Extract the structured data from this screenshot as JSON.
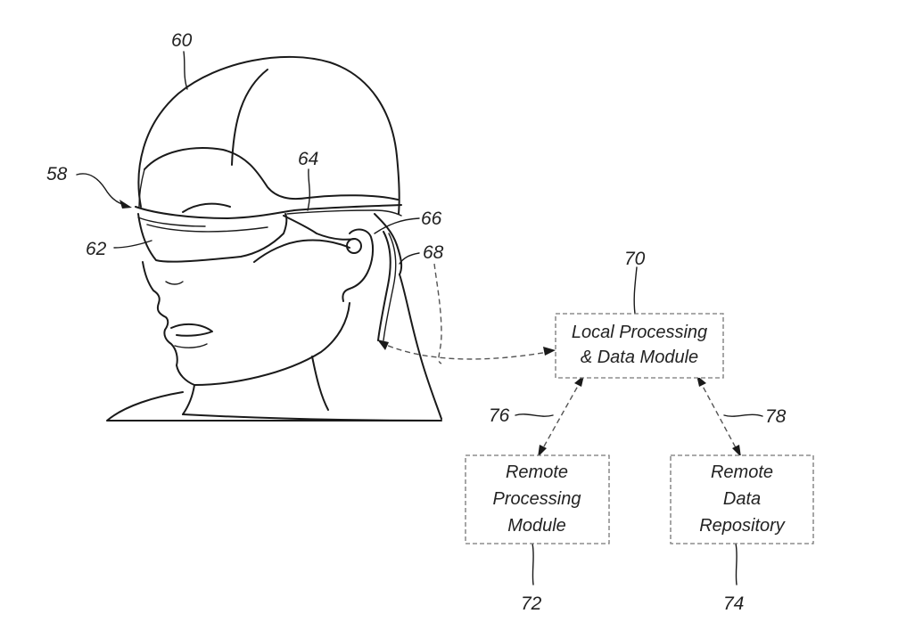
{
  "refs": {
    "r58": "58",
    "r60": "60",
    "r62": "62",
    "r64": "64",
    "r66": "66",
    "r68": "68",
    "r70": "70",
    "r72": "72",
    "r74": "74",
    "r76": "76",
    "r78": "78"
  },
  "boxes": {
    "local": {
      "line1": "Local Processing",
      "line2": "& Data Module"
    },
    "remote_processing": {
      "line1": "Remote",
      "line2": "Processing",
      "line3": "Module"
    },
    "remote_data": {
      "line1": "Remote",
      "line2": "Data",
      "line3": "Repository"
    }
  }
}
